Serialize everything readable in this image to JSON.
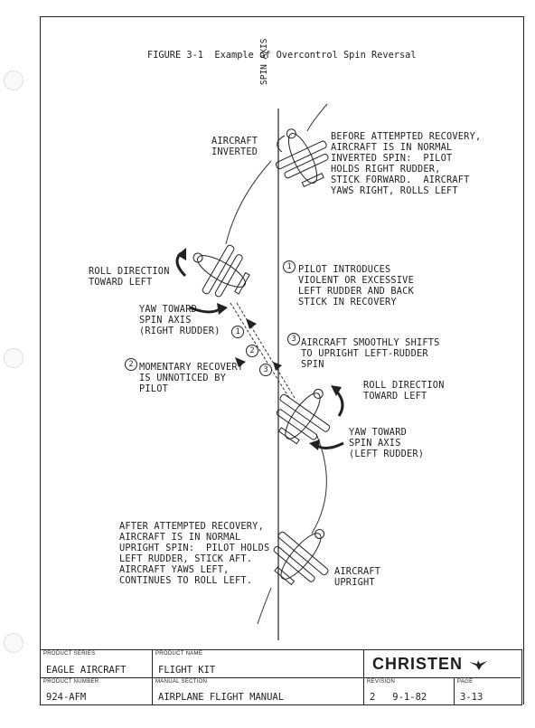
{
  "figure": {
    "title": "FIGURE 3-1  Example of Overcontrol Spin Reversal",
    "spin_axis_label": "SPIN AXIS"
  },
  "labels": {
    "aircraft_inverted": "AIRCRAFT\nINVERTED",
    "before_recovery": "BEFORE ATTEMPTED RECOVERY,\nAIRCRAFT IS IN NORMAL\nINVERTED SPIN:  PILOT\nHOLDS RIGHT RUDDER,\nSTICK FORWARD.  AIRCRAFT\nYAWS RIGHT, ROLLS LEFT",
    "roll_direction_1": "ROLL DIRECTION\nTOWARD LEFT",
    "step1": "PILOT INTRODUCES\nVIOLENT OR EXCESSIVE\nLEFT RUDDER AND BACK\nSTICK IN RECOVERY",
    "yaw_toward_1": "YAW TOWARD\nSPIN AXIS\n(RIGHT RUDDER)",
    "step3": "AIRCRAFT SMOOTHLY SHIFTS\nTO UPRIGHT LEFT-RUDDER\nSPIN",
    "step2": "MOMENTARY RECOVERY\nIS UNNOTICED BY\nPILOT",
    "roll_direction_2": "ROLL DIRECTION\nTOWARD LEFT",
    "yaw_toward_2": "YAW TOWARD\nSPIN AXIS\n(LEFT RUDDER)",
    "after_recovery": "AFTER ATTEMPTED RECOVERY,\nAIRCRAFT IS IN NORMAL\nUPRIGHT SPIN:  PILOT HOLDS\nLEFT RUDDER, STICK AFT.\nAIRCRAFT YAWS LEFT,\nCONTINUES TO ROLL LEFT.",
    "aircraft_upright": "AIRCRAFT\nUPRIGHT",
    "num1": "1",
    "num2": "2",
    "num3": "3"
  },
  "title_block": {
    "product_series_caption": "PRODUCT SERIES",
    "product_series": "EAGLE AIRCRAFT",
    "product_name_caption": "PRODUCT NAME",
    "product_name": "FLIGHT KIT",
    "product_number_caption": "PRODUCT NUMBER",
    "product_number": "924-AFM",
    "manual_section_caption": "MANUAL SECTION",
    "manual_section": "AIRPLANE FLIGHT MANUAL",
    "revision_caption": "REVISION",
    "revision": "2   9-1-82",
    "page_caption": "PAGE",
    "page": "3-13",
    "logo": "CHRISTEN"
  }
}
